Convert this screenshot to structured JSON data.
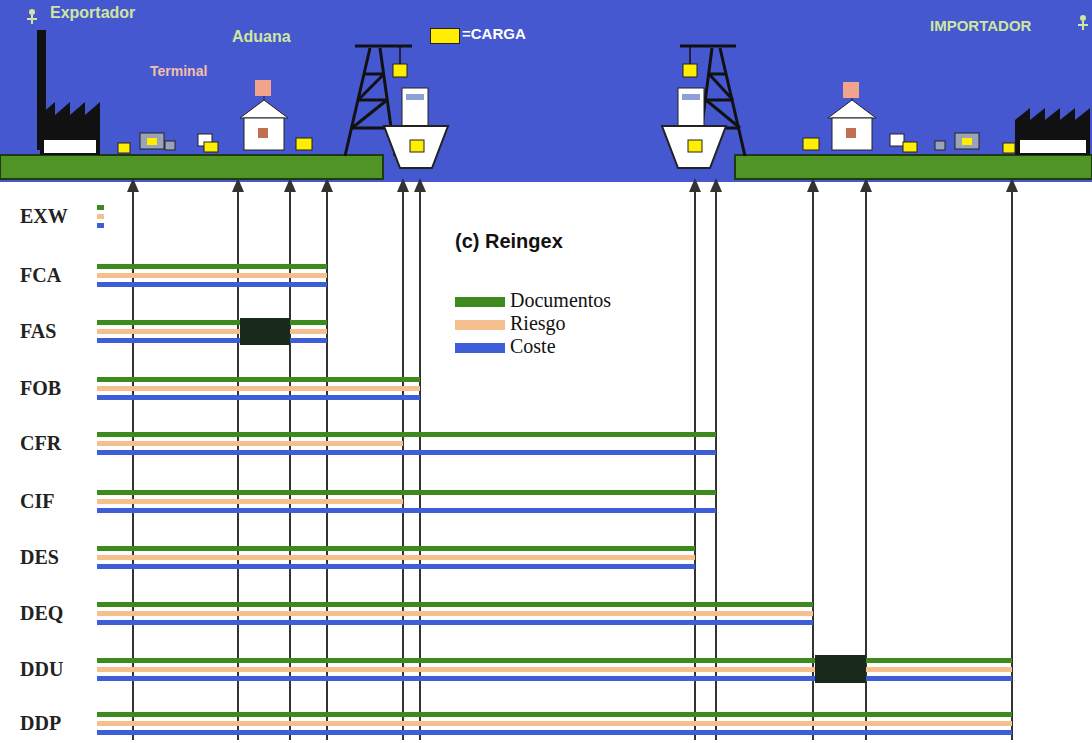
{
  "diagram": {
    "labels": [
      "Exportador",
      "Aduana",
      "Terminal",
      "IMPORTADOR",
      "(c) Reingex",
      "EXW",
      "FCA",
      "FAS",
      "FOB",
      "CFR",
      "CIF",
      "DES",
      "DEQ",
      "DDU",
      "DDP"
    ],
    "legend": [
      {
        "text": "=CARGA",
        "color": "#ffee00"
      },
      {
        "text": "Documentos",
        "color": "#3f8a1f"
      },
      {
        "text": "Riesgo",
        "color": "#f6c08e"
      },
      {
        "text": "Coste",
        "color": "#3d5ed6"
      }
    ]
  }
}
